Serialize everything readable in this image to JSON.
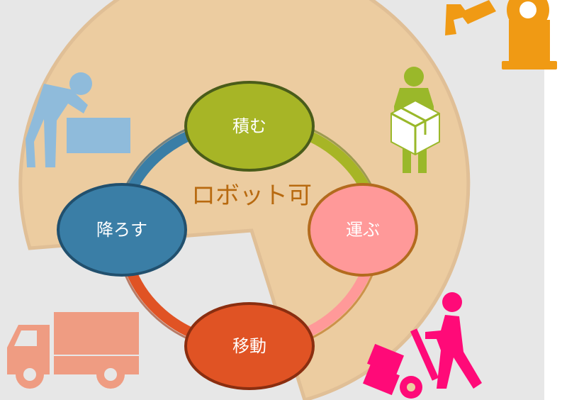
{
  "diagram": {
    "center_label": "ロボット可",
    "nodes": [
      {
        "id": "stack",
        "label": "積む",
        "color": "#a7b526",
        "border": "#4a5c1a"
      },
      {
        "id": "carry",
        "label": "運ぶ",
        "color": "#ff9999",
        "border": "#b36b1e"
      },
      {
        "id": "move",
        "label": "移動",
        "color": "#e05324",
        "border": "#8a2e10"
      },
      {
        "id": "unload",
        "label": "降ろす",
        "color": "#3a7ea6",
        "border": "#21506e"
      }
    ],
    "arcs": [
      {
        "from": "stack",
        "to": "carry",
        "color": "#a7b526"
      },
      {
        "from": "carry",
        "to": "move",
        "color": "#ff9999"
      },
      {
        "from": "move",
        "to": "unload",
        "color": "#e05324"
      },
      {
        "from": "unload",
        "to": "stack",
        "color": "#3a7ea6"
      }
    ]
  },
  "colors": {
    "background": "#e7e7e7",
    "pacman_fill": "#ecccA0",
    "pacman_border": "#e0bf96",
    "center_text": "#b86a10",
    "robot": "#f09a14",
    "worker": "#8fbbdb",
    "box_person": "#9ab82a",
    "truck": "#ef9c82",
    "dolly": "#ff0a78"
  },
  "icons": [
    "robot-arm-icon",
    "worker-lifting-box-icon",
    "person-holding-box-icon",
    "truck-icon",
    "hand-truck-worker-icon"
  ]
}
